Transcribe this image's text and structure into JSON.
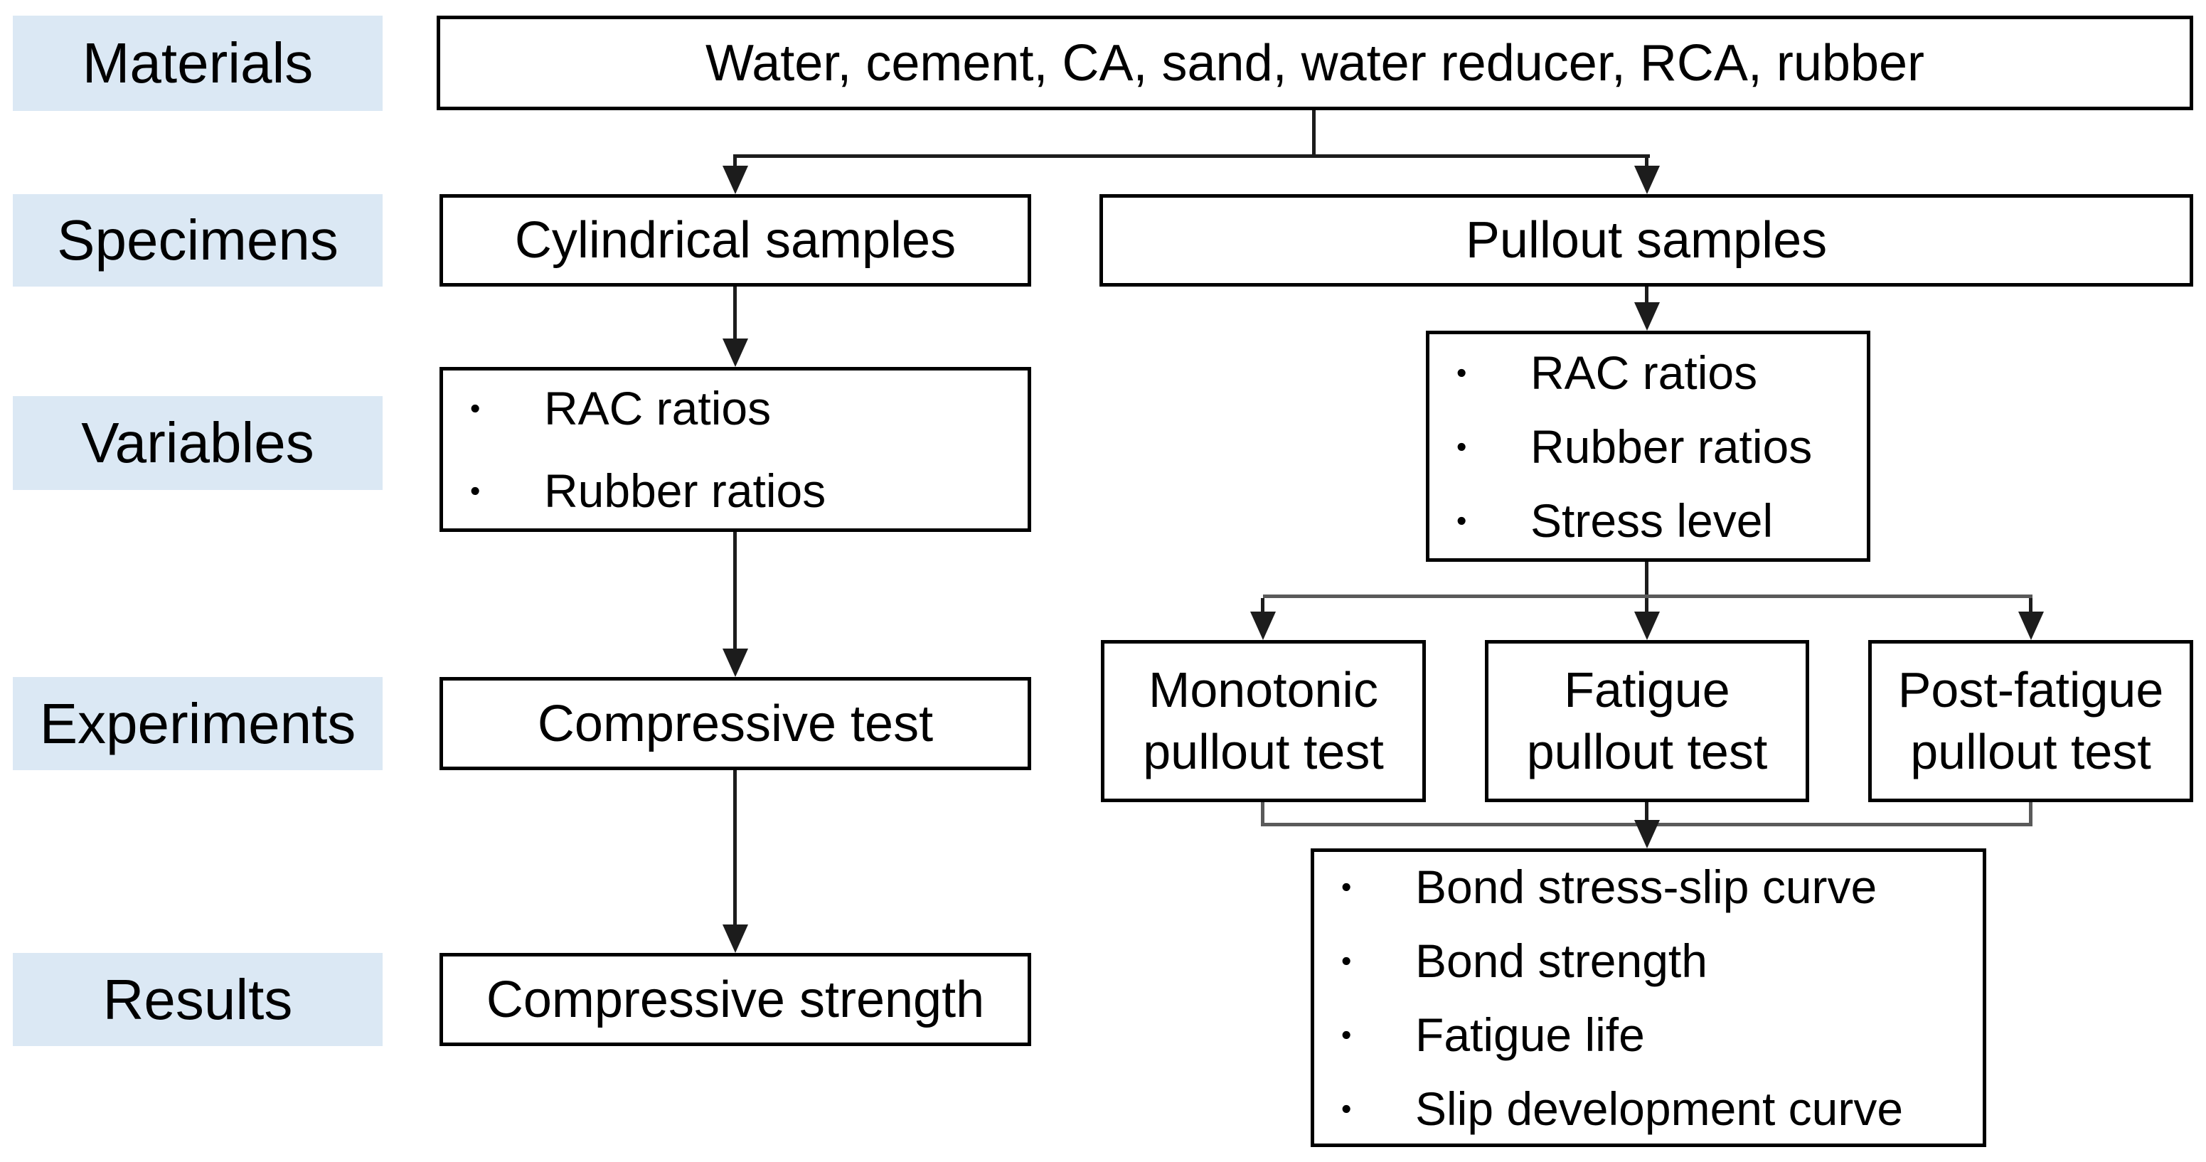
{
  "stages": {
    "materials": "Materials",
    "specimens": "Specimens",
    "variables": "Variables",
    "experiments": "Experiments",
    "results": "Results"
  },
  "nodes": {
    "materials": "Water, cement, CA, sand, water reducer, RCA, rubber",
    "cylindrical_samples": "Cylindrical samples",
    "pullout_samples": "Pullout samples",
    "cylindrical_variables": [
      "RAC ratios",
      "Rubber ratios"
    ],
    "pullout_variables": [
      "RAC ratios",
      "Rubber ratios",
      "Stress level"
    ],
    "compressive_test": "Compressive test",
    "monotonic_pullout_test": "Monotonic\npullout test",
    "fatigue_pullout_test": "Fatigue\npullout test",
    "post_fatigue_pullout_test": "Post-fatigue\npullout test",
    "compressive_strength": "Compressive strength",
    "pullout_results": [
      "Bond stress-slip curve",
      "Bond strength",
      "Fatigue life",
      "Slip development curve"
    ]
  },
  "colors": {
    "stage_label_bg": "#dbe8f4",
    "box_border": "#000000",
    "connector": "#1c1c1c",
    "connector_gray": "#5a5a5a",
    "text": "#000000",
    "background": "#ffffff"
  }
}
